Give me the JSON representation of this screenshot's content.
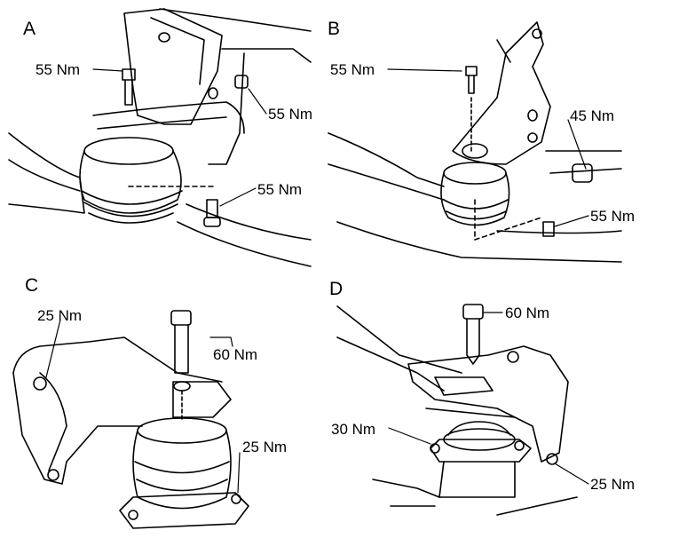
{
  "panels": [
    {
      "letter": "A",
      "torques": [
        "55 Nm",
        "55 Nm",
        "55 Nm"
      ]
    },
    {
      "letter": "B",
      "torques": [
        "55 Nm",
        "45 Nm",
        "55 Nm"
      ]
    },
    {
      "letter": "C",
      "torques": [
        "25 Nm",
        "60 Nm",
        "25 Nm"
      ]
    },
    {
      "letter": "D",
      "torques": [
        "60 Nm",
        "30 Nm",
        "25 Nm"
      ]
    }
  ]
}
